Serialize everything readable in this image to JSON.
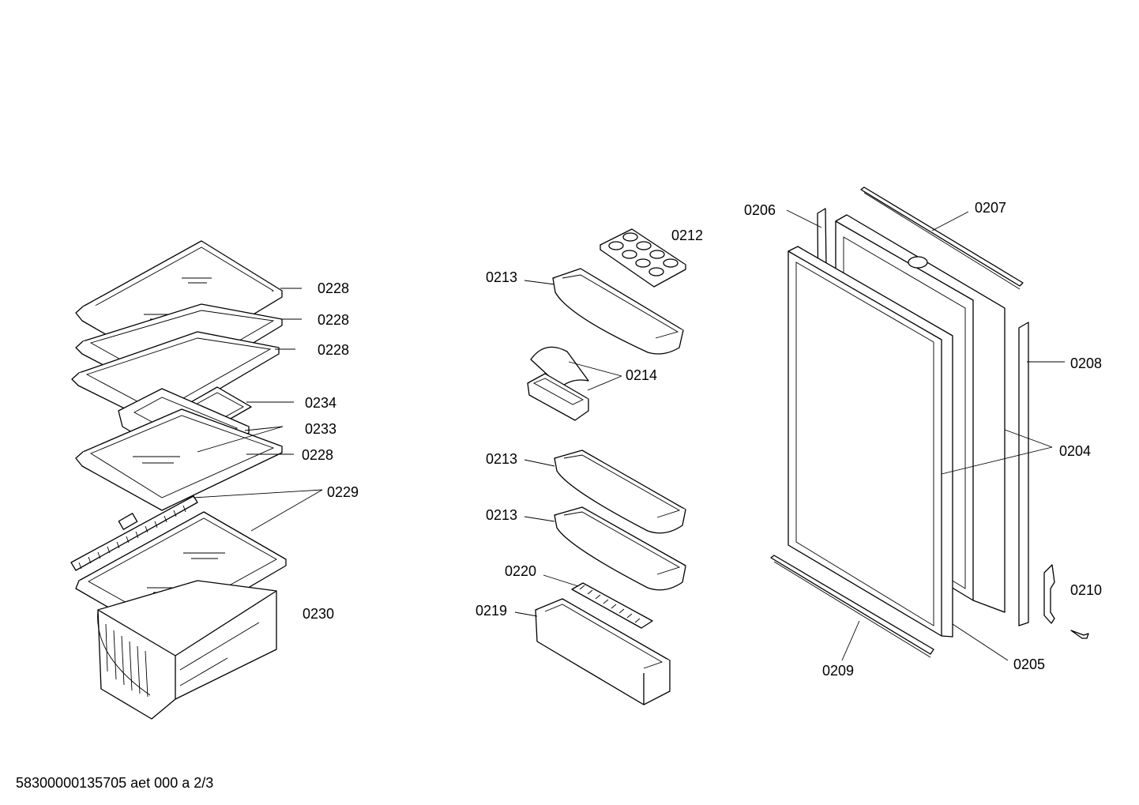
{
  "footer": "58300000135705 aet 000 a 2/3",
  "labels": {
    "shelf_1": "0228",
    "shelf_2": "0228",
    "shelf_3": "0228",
    "shelf_4": "0228",
    "drawer_lid": "0234",
    "drawer": "0233",
    "glass_cover": "0229",
    "crisper": "0230",
    "egg_tray": "0212",
    "door_shelf_top": "0213",
    "butter_box": "0214",
    "door_shelf_mid": "0213",
    "door_shelf_low": "0213",
    "bottle_retainer": "0220",
    "bottle_shelf": "0219",
    "hinge_strip_left": "0206",
    "top_rail": "0207",
    "hinge_strip_right": "0208",
    "door_frame": "0204",
    "hinge": "0210",
    "bottom_rail": "0209",
    "door_gasket": "0205"
  }
}
